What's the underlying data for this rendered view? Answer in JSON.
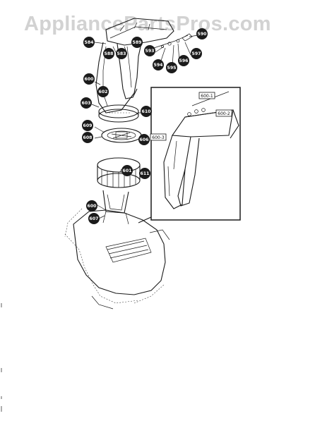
{
  "watermark": {
    "text": "AppliancePartsPros.com",
    "color": "#d2d2d2"
  },
  "callouts": [
    {
      "id": "c-584",
      "label": "584"
    },
    {
      "id": "c-588",
      "label": "588"
    },
    {
      "id": "c-583",
      "label": "583"
    },
    {
      "id": "c-589",
      "label": "589"
    },
    {
      "id": "c-593",
      "label": "593"
    },
    {
      "id": "c-590",
      "label": "590"
    },
    {
      "id": "c-597",
      "label": "597"
    },
    {
      "id": "c-594",
      "label": "594"
    },
    {
      "id": "c-595",
      "label": "595"
    },
    {
      "id": "c-596",
      "label": "596"
    },
    {
      "id": "c-600a",
      "label": "600"
    },
    {
      "id": "c-602",
      "label": "602"
    },
    {
      "id": "c-603",
      "label": "603"
    },
    {
      "id": "c-610",
      "label": "610"
    },
    {
      "id": "c-609",
      "label": "609"
    },
    {
      "id": "c-608",
      "label": "608"
    },
    {
      "id": "c-606",
      "label": "606"
    },
    {
      "id": "c-601",
      "label": "601"
    },
    {
      "id": "c-611",
      "label": "611"
    },
    {
      "id": "c-600b",
      "label": "600"
    },
    {
      "id": "c-607",
      "label": "607"
    }
  ],
  "inset_labels": [
    {
      "id": "i-600-1",
      "label": "600-1"
    },
    {
      "id": "i-600-2",
      "label": "600-2"
    },
    {
      "id": "i-600-3",
      "label": "600-3"
    }
  ],
  "colors": {
    "callout_fill": "#1b1b1b",
    "line": "#1a1a1a"
  }
}
